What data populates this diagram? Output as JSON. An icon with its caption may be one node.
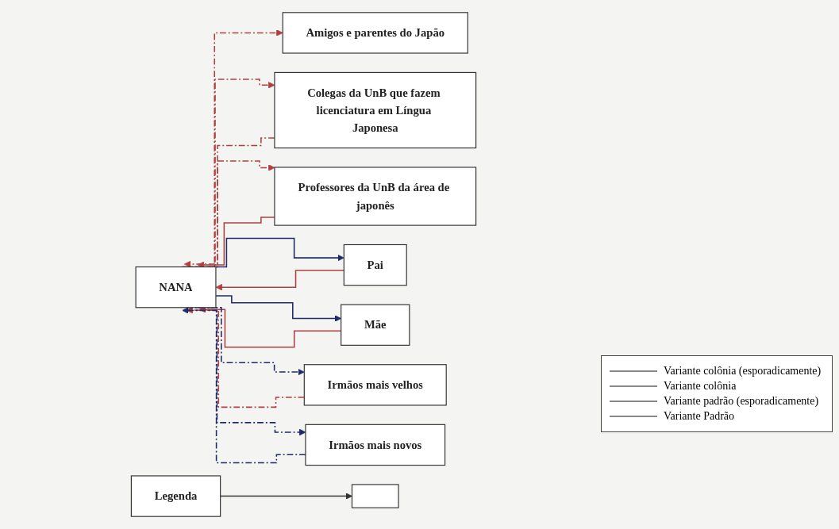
{
  "diagram": {
    "nodes": [
      {
        "text": [
          "Amigos e parentes do Japão"
        ]
      },
      {
        "text": [
          "NANA"
        ]
      },
      {
        "text": [
          "Pai"
        ]
      },
      {
        "text": [
          "Mãe"
        ]
      },
      {
        "text": [
          "Colegas da UnB que fazem licenciatura em Língua Japonesa"
        ]
      },
      {
        "text": [
          "Irmãos mais velhos"
        ]
      },
      {
        "text": [
          "Professores da UnB da área de japonês"
        ]
      },
      {
        "text": [
          "Irmãos mais novos"
        ]
      },
      {
        "text": [
          "Legenda"
        ]
      },
      {
        "text": [],
        "shape": "box"
      }
    ],
    "edges": [
      {
        "from": 1,
        "to": 0,
        "arrow": "to",
        "style": "dashed"
      },
      {
        "from": 4,
        "to": 1,
        "arrow": "to",
        "style": "dashed"
      },
      {
        "from": 1,
        "to": 4,
        "arrow": "to",
        "style": "dashed"
      },
      {
        "from": 6,
        "to": 1,
        "arrow": "to"
      },
      {
        "from": 1,
        "to": 6,
        "arrow": "to",
        "style": "dashed"
      },
      {
        "from": 2,
        "to": 1,
        "arrow": "to"
      },
      {
        "from": 1,
        "to": 2,
        "arrow": "to",
        "color": "#1f2a6b"
      },
      {
        "from": 1,
        "to": 3,
        "arrow": "to",
        "color": "#1f2a6b"
      },
      {
        "from": 3,
        "to": 1,
        "arrow": "to"
      },
      {
        "from": 5,
        "to": 1,
        "arrow": "to",
        "style": "dashed"
      },
      {
        "from": 1,
        "to": 5,
        "arrow": "to",
        "style": "dashed",
        "color": "#1f2a6b"
      },
      {
        "from": 7,
        "to": 1,
        "arrow": "to",
        "style": "dashed",
        "color": "#1f2a6b"
      },
      {
        "from": 1,
        "to": 7,
        "arrow": "to",
        "style": "dashed",
        "color": "#1f2a6b"
      },
      {
        "from": 8,
        "to": 9,
        "arrow": "to",
        "color": "#333333"
      }
    ],
    "legend": [
      {
        "text": "Variante colônia (esporadicamente)"
      },
      {
        "text": "Variante colônia"
      },
      {
        "text": "Variante padrão (esporadicamente)"
      },
      {
        "text": "Variante Padrão"
      }
    ]
  }
}
